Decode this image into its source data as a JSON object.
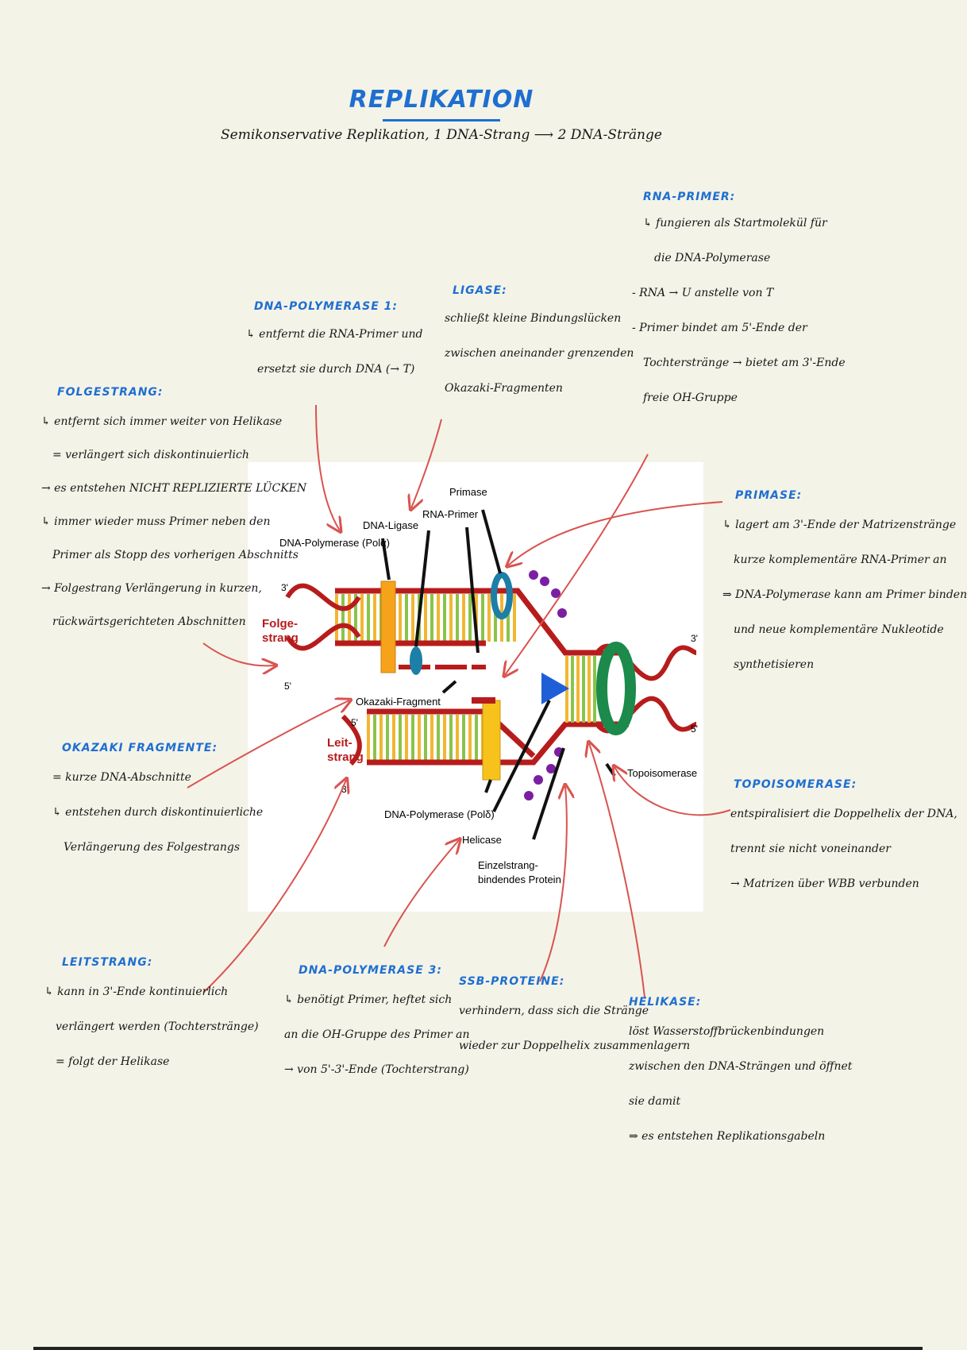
{
  "header": {
    "title": "REPLIKATION",
    "subtitle": "Semikonservative Replikation, 1 DNA-Strang ⟶ 2 DNA-Stränge"
  },
  "notes": {
    "rna_primer": {
      "heading": "RNA-PRIMER:",
      "lines": [
        "↳ fungieren als Startmolekül für",
        "die DNA-Polymerase",
        "- RNA → U anstelle von T",
        "- Primer bindet am 5'-Ende der",
        "Tochterstränge → bietet am 3'-Ende",
        "freie OH-Gruppe"
      ]
    },
    "ligase": {
      "heading": "LIGASE:",
      "lines": [
        "schließt kleine Bindungslücken",
        "zwischen aneinander grenzenden",
        "Okazaki-Fragmenten"
      ]
    },
    "dna_pol_1": {
      "heading": "DNA-POLYMERASE 1:",
      "lines": [
        "↳ entfernt die RNA-Primer und",
        "ersetzt sie durch DNA (→ T)"
      ]
    },
    "folgestrang": {
      "heading": "FOLGESTRANG:",
      "lines": [
        "↳ entfernt sich immer weiter von Helikase",
        "= verlängert sich diskontinuierlich",
        "→ es entstehen NICHT REPLIZIERTE LÜCKEN",
        "↳ immer wieder muss Primer neben den",
        "Primer als Stopp des vorherigen Abschnitts",
        "→ Folgestrang Verlängerung in kurzen,",
        "rückwärtsgerichteten Abschnitten"
      ]
    },
    "primase": {
      "heading": "PRIMASE:",
      "lines": [
        "↳ lagert am 3'-Ende der Matrizenstränge",
        "kurze komplementäre RNA-Primer an",
        "⇒ DNA-Polymerase kann am Primer binden",
        "und neue komplementäre Nukleotide",
        "synthetisieren"
      ]
    },
    "okazaki": {
      "heading": "OKAZAKI FRAGMENTE:",
      "lines": [
        "= kurze DNA-Abschnitte",
        "↳ entstehen durch diskontinuierliche",
        "Verlängerung des Folgestrangs"
      ]
    },
    "topoisomerase": {
      "heading": "TOPOISOMERASE:",
      "lines": [
        "entspiralisiert die Doppelhelix der DNA,",
        "trennt sie nicht voneinander",
        "→ Matrizen über WBB verbunden"
      ]
    },
    "leitstrang": {
      "heading": "LEITSTRANG:",
      "lines": [
        "↳ kann in 3'-Ende kontinuierlich",
        "verlängert werden (Tochterstränge)",
        "= folgt der Helikase"
      ]
    },
    "dna_pol_3": {
      "heading": "DNA-POLYMERASE 3:",
      "lines": [
        "↳ benötigt Primer, heftet sich",
        "an die OH-Gruppe des Primer an",
        "→ von 5'-3'-Ende (Tochterstrang)"
      ]
    },
    "ssb": {
      "heading": "SSB-PROTEINE:",
      "lines": [
        "verhindern, dass sich die Stränge",
        "wieder zur Doppelhelix zusammenlagern"
      ]
    },
    "helikase": {
      "heading": "HELIKASE:",
      "lines": [
        "löst Wasserstoffbrückenbindungen",
        "zwischen den DNA-Strängen und öffnet",
        "sie damit",
        "⇒ es entstehen Replikationsgabeln"
      ]
    }
  },
  "diagram_labels": {
    "primase": "Primase",
    "dna_ligase": "DNA-Ligase",
    "rna_primer": "RNA-Primer",
    "dna_pol_alpha": "DNA-Polymerase (Polα)",
    "folgestrang_1": "Folge-",
    "folgestrang_2": "strang",
    "leitstrang_1": "Leit-",
    "leitstrang_2": "strang",
    "okazaki": "Okazaki-Fragment",
    "topoisomerase": "Topoisomerase",
    "dna_pol_delta": "DNA-Polymerase (Polδ)",
    "helicase": "Helicase",
    "ssb_1": "Einzelstrang-",
    "ssb_2": "bindendes Protein",
    "end_3_top": "3'",
    "end_5_top": "5'",
    "end_5_mid": "5'",
    "end_3_mid": "3'",
    "end_3_right": "3'",
    "end_5_right": "5'"
  },
  "colors": {
    "heading_blue": "#1e6fd0",
    "arrow_red": "#d9534f",
    "strand_red": "#b71c1c",
    "base_green": "#8bc34a",
    "base_yellow": "#f2b632",
    "polymerase_orange": "#f7a21b",
    "topoisomerase_green": "#1b8a4b",
    "helicase_blue": "#1e5fd8",
    "ssb_purple": "#7b1fa2"
  }
}
